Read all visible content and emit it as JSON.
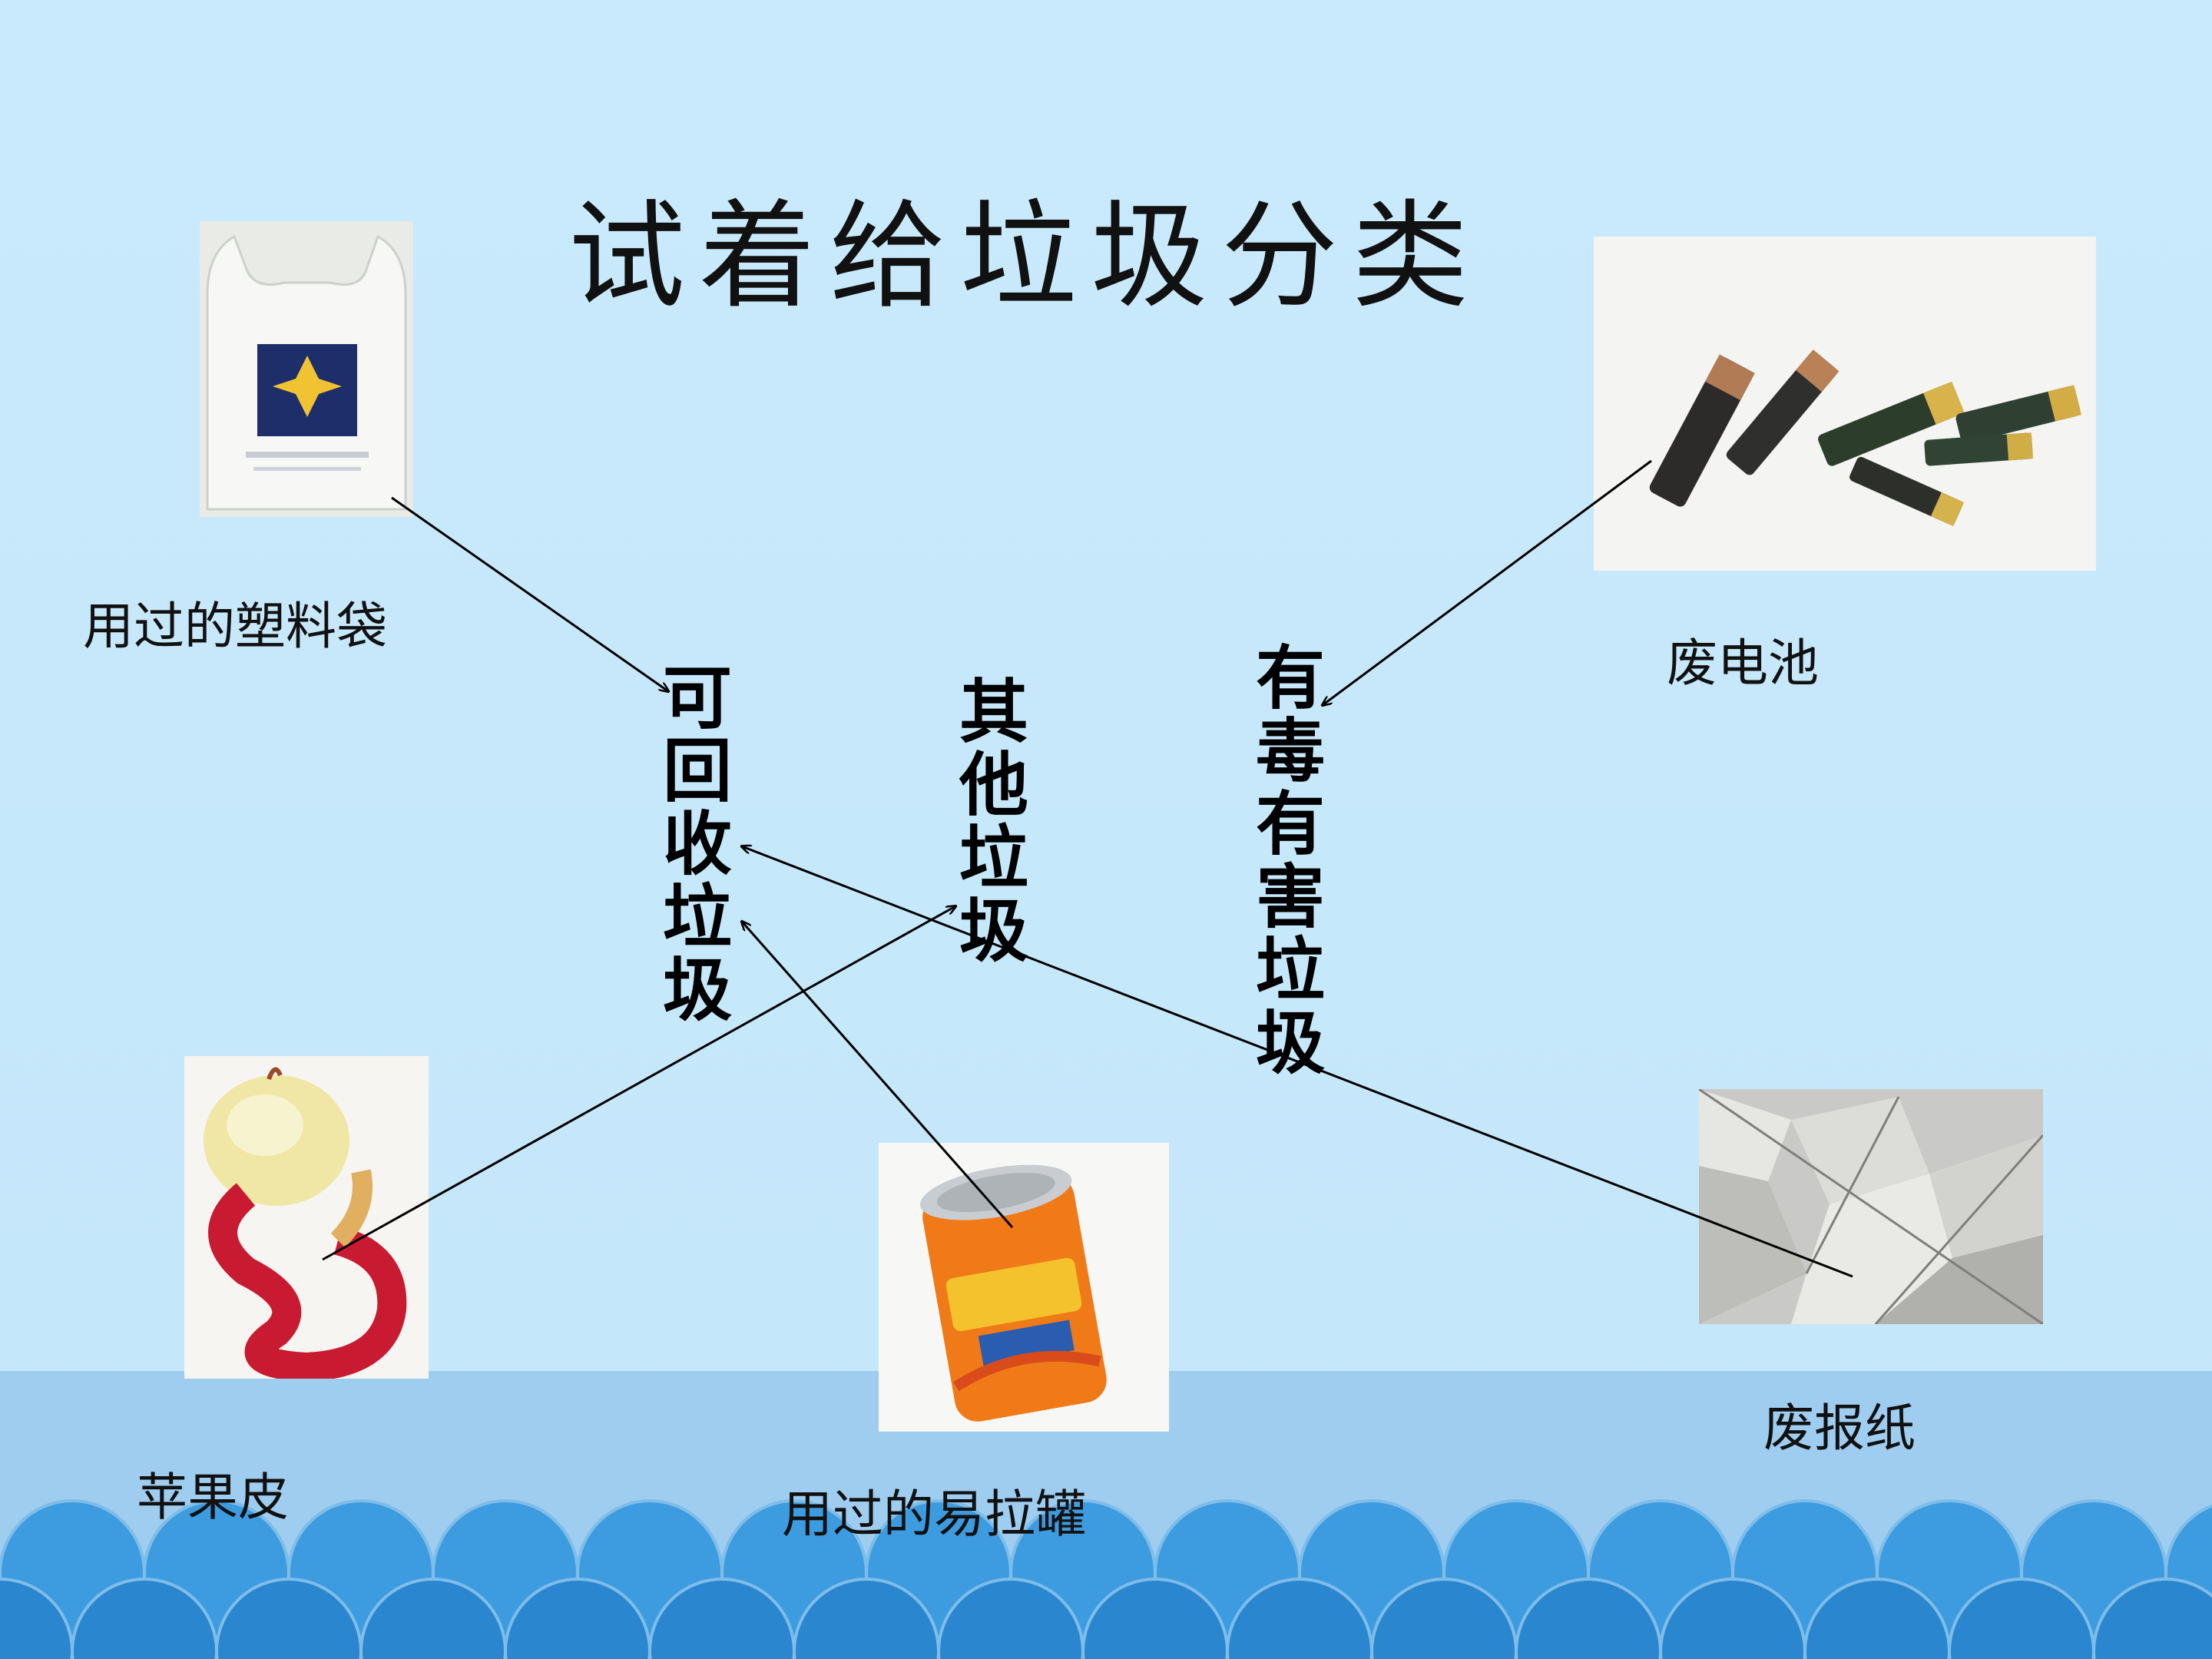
{
  "title": "试着给垃圾分类",
  "categories": {
    "recyclable": "可回收垃圾",
    "other": "其他垃圾",
    "hazardous": "有毒有害垃圾"
  },
  "items": {
    "plastic_bag": "用过的塑料袋",
    "battery": "废电池",
    "apple_peel": "苹果皮",
    "can": "用过的易拉罐",
    "newspaper": "废报纸"
  },
  "colors": {
    "background": "#c6e8fb",
    "wave_band": "#9ecdf0",
    "wave_dark": "#2a86cf",
    "wave_light": "#3d9be0"
  }
}
